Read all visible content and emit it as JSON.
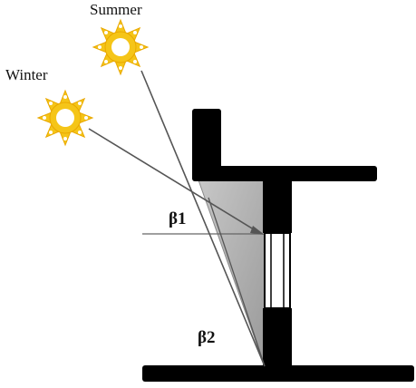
{
  "labels": {
    "summer": "Summer",
    "winter": "Winter",
    "beta1": "β1",
    "beta2": "β2"
  },
  "icons": {
    "summer_sun": "sun-icon",
    "winter_sun": "sun-icon"
  },
  "colors": {
    "sun_fill": "#F5C518",
    "sun_stroke": "#E9A800",
    "sun_core": "#FFFFFF",
    "wall": "#000000",
    "shade": "#A9A9A9",
    "ray": "#555555",
    "window_glass": "#FFFFFF"
  }
}
